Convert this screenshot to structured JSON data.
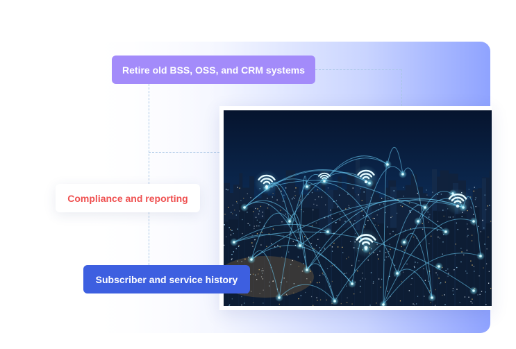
{
  "labels": {
    "retire": "Retire old BSS, OSS, and CRM systems",
    "compliance": "Compliance and reporting",
    "subscriber": "Subscriber and service history"
  },
  "colors": {
    "retire_bg": "#a38bfa",
    "compliance_text": "#ef5050",
    "subscriber_bg": "#3d5fe0",
    "panel_accent": "#8fa3ff",
    "connector": "#a9c6e6"
  },
  "image": {
    "subject": "night-city-wifi-network",
    "icons": [
      "wifi-icon",
      "wifi-icon",
      "wifi-icon",
      "wifi-icon",
      "wifi-icon"
    ]
  }
}
